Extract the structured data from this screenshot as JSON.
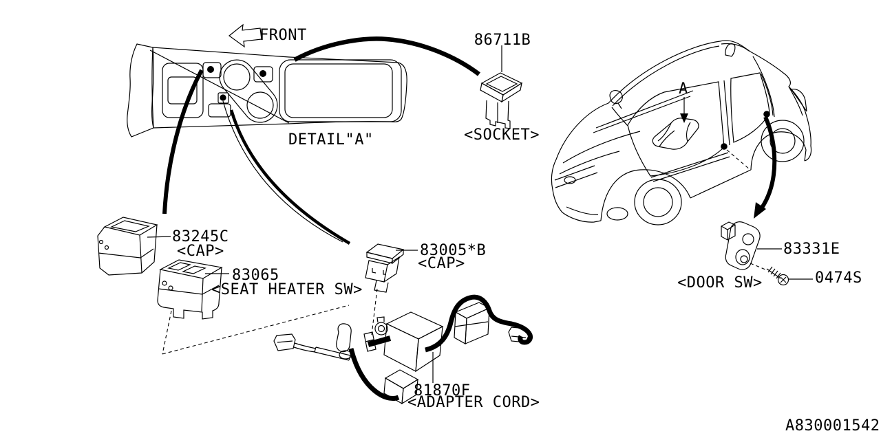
{
  "diagram": {
    "front_label": "FRONT",
    "detail_label": "DETAIL\"A\"",
    "car_marker": "A",
    "drawing_number": "A830001542",
    "colors": {
      "line": "#000000",
      "background": "#ffffff"
    },
    "parts": {
      "socket": {
        "code": "86711B",
        "name": "<SOCKET>"
      },
      "cap_upper": {
        "code": "83245C",
        "name": "<CAP>"
      },
      "seat_heater_switch": {
        "code": "83065",
        "name": "<SEAT HEATER SW>"
      },
      "cap_lower": {
        "code": "83005*B",
        "name": "<CAP>"
      },
      "adapter_cord": {
        "code": "81870F",
        "name": "<ADAPTER CORD>"
      },
      "door_switch": {
        "code": "83331E",
        "name": "<DOOR SW>"
      },
      "screw": {
        "code": "0474S"
      }
    }
  }
}
